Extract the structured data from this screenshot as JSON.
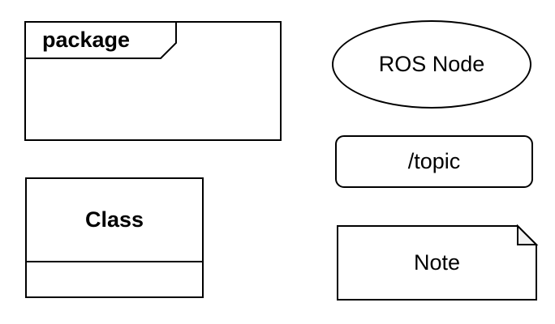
{
  "canvas": {
    "background": "#ffffff",
    "stroke": "#000000",
    "text_color": "#000000"
  },
  "shapes": {
    "package": {
      "label": "package"
    },
    "ros_node": {
      "label": "ROS Node"
    },
    "topic": {
      "label": "/topic"
    },
    "class": {
      "label": "Class"
    },
    "note": {
      "label": "Note",
      "fold_color": "#f2f2f2"
    }
  }
}
